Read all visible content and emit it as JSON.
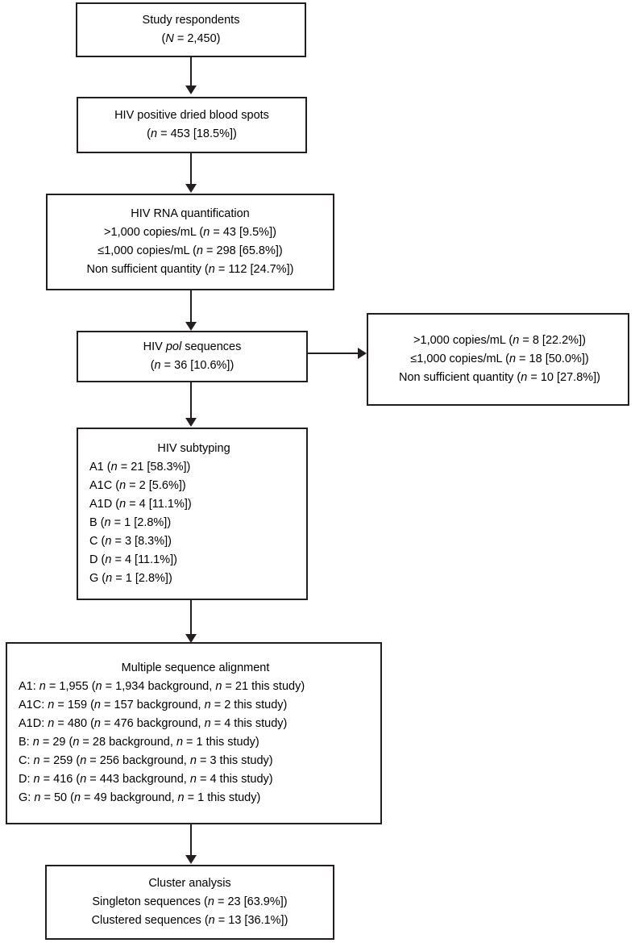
{
  "diagram": {
    "title": "HIV study participant flow",
    "colors": {
      "stroke": "#231f20",
      "background": "#ffffff",
      "text": "#000000"
    },
    "nodes": {
      "respondents": {
        "id": "study-respondents",
        "lines": [
          {
            "text": "Study respondents"
          },
          {
            "text": "(N = 2,450)"
          }
        ]
      },
      "dbs": {
        "id": "hiv-positive-dried-blood-spots",
        "lines": [
          {
            "text": "HIV positive dried blood spots"
          },
          {
            "text": "(n = 453 [18.5%])"
          }
        ]
      },
      "rna": {
        "id": "hiv-rna-quantification",
        "lines": [
          {
            "text": "HIV RNA quantification"
          },
          {
            "text": ">1,000 copies/mL (n = 43 [9.5%])"
          },
          {
            "text": "≤1,000 copies/mL (n = 298 [65.8%])"
          },
          {
            "text": "Non sufficient quantity (n = 112 [24.7%])"
          }
        ]
      },
      "pol": {
        "id": "hiv-pol-sequences",
        "lines": [
          {
            "text": "HIV pol sequences"
          },
          {
            "text": "(n = 36 [10.6%])"
          }
        ]
      },
      "side": {
        "id": "sequenced-breakdown",
        "lines": [
          {
            "text": ">1,000 copies/mL (n = 8 [22.2%])"
          },
          {
            "text": "≤1,000 copies/mL (n = 18 [50.0%])"
          },
          {
            "text": "Non sufficient quantity (n = 10 [27.8%])"
          }
        ]
      },
      "subtyping": {
        "id": "hiv-subtyping",
        "title": "HIV subtyping",
        "lines": [
          {
            "text": "A1 (n = 21 [58.3%])"
          },
          {
            "text": "A1C (n = 2 [5.6%])"
          },
          {
            "text": "A1D (n = 4 [11.1%])"
          },
          {
            "text": "B (n = 1 [2.8%])"
          },
          {
            "text": "C (n = 3 [8.3%])"
          },
          {
            "text": "D (n = 4 [11.1%])"
          },
          {
            "text": "G (n = 1 [2.8%])"
          }
        ]
      },
      "msa": {
        "id": "multiple-sequence-alignment",
        "title": "Multiple sequence alignment",
        "lines": [
          {
            "text": "A1: n = 1,955 (n = 1,934 background, n = 21 this study)"
          },
          {
            "text": "A1C: n = 159 (n = 157 background, n = 2 this study)"
          },
          {
            "text": "A1D: n = 480 (n = 476 background, n = 4 this study)"
          },
          {
            "text": "B: n = 29 (n = 28 background, n = 1 this study)"
          },
          {
            "text": "C: n = 259 (n = 256 background, n = 3 this study)"
          },
          {
            "text": "D: n = 416 (n = 443 background, n = 4 this study)"
          },
          {
            "text": "G: n = 50 (n = 49 background, n = 1 this study)"
          }
        ]
      },
      "cluster": {
        "id": "cluster-analysis",
        "title": "Cluster analysis",
        "lines": [
          {
            "text": "Singleton sequences (n = 23 [63.9%])"
          },
          {
            "text": "Clustered sequences (n = 13 [36.1%])"
          }
        ]
      }
    },
    "connectors": [
      {
        "id": "respondents-to-dbs",
        "type": "arrow-down"
      },
      {
        "id": "dbs-to-rna",
        "type": "arrow-down"
      },
      {
        "id": "rna-to-pol",
        "type": "arrow-down"
      },
      {
        "id": "pol-to-side",
        "type": "arrow-right"
      },
      {
        "id": "pol-to-subtyping",
        "type": "arrow-down"
      },
      {
        "id": "subtyping-to-msa",
        "type": "arrow-down"
      },
      {
        "id": "msa-to-cluster",
        "type": "arrow-down"
      }
    ]
  },
  "chart_data": {
    "type": "table",
    "title": "HIV study participant flow (CONSORT-style flow diagram)",
    "stages": [
      {
        "stage": "Study respondents",
        "symbol": "N",
        "n": 2450,
        "percent": null
      },
      {
        "stage": "HIV positive dried blood spots",
        "symbol": "n",
        "n": 453,
        "percent": 18.5
      },
      {
        "stage": "HIV RNA quantification: >1,000 copies/mL",
        "symbol": "n",
        "n": 43,
        "percent": 9.5
      },
      {
        "stage": "HIV RNA quantification: ≤1,000 copies/mL",
        "symbol": "n",
        "n": 298,
        "percent": 65.8
      },
      {
        "stage": "HIV RNA quantification: Non sufficient quantity",
        "symbol": "n",
        "n": 112,
        "percent": 24.7
      },
      {
        "stage": "HIV pol sequences",
        "symbol": "n",
        "n": 36,
        "percent": 10.6
      },
      {
        "stage": "Sequenced: >1,000 copies/mL",
        "symbol": "n",
        "n": 8,
        "percent": 22.2
      },
      {
        "stage": "Sequenced: ≤1,000 copies/mL",
        "symbol": "n",
        "n": 18,
        "percent": 50.0
      },
      {
        "stage": "Sequenced: Non sufficient quantity",
        "symbol": "n",
        "n": 10,
        "percent": 27.8
      },
      {
        "stage": "Subtype A1",
        "symbol": "n",
        "n": 21,
        "percent": 58.3
      },
      {
        "stage": "Subtype A1C",
        "symbol": "n",
        "n": 2,
        "percent": 5.6
      },
      {
        "stage": "Subtype A1D",
        "symbol": "n",
        "n": 4,
        "percent": 11.1
      },
      {
        "stage": "Subtype B",
        "symbol": "n",
        "n": 1,
        "percent": 2.8
      },
      {
        "stage": "Subtype C",
        "symbol": "n",
        "n": 3,
        "percent": 8.3
      },
      {
        "stage": "Subtype D",
        "symbol": "n",
        "n": 4,
        "percent": 11.1
      },
      {
        "stage": "Subtype G",
        "symbol": "n",
        "n": 1,
        "percent": 2.8
      },
      {
        "stage": "Alignment A1",
        "symbol": "n",
        "n": 1955,
        "background": 1934,
        "this_study": 21
      },
      {
        "stage": "Alignment A1C",
        "symbol": "n",
        "n": 159,
        "background": 157,
        "this_study": 2
      },
      {
        "stage": "Alignment A1D",
        "symbol": "n",
        "n": 480,
        "background": 476,
        "this_study": 4
      },
      {
        "stage": "Alignment B",
        "symbol": "n",
        "n": 29,
        "background": 28,
        "this_study": 1
      },
      {
        "stage": "Alignment C",
        "symbol": "n",
        "n": 259,
        "background": 256,
        "this_study": 3
      },
      {
        "stage": "Alignment D",
        "symbol": "n",
        "n": 416,
        "background": 443,
        "this_study": 4
      },
      {
        "stage": "Alignment G",
        "symbol": "n",
        "n": 50,
        "background": 49,
        "this_study": 1
      },
      {
        "stage": "Singleton sequences",
        "symbol": "n",
        "n": 23,
        "percent": 63.9
      },
      {
        "stage": "Clustered sequences",
        "symbol": "n",
        "n": 13,
        "percent": 36.1
      }
    ]
  }
}
